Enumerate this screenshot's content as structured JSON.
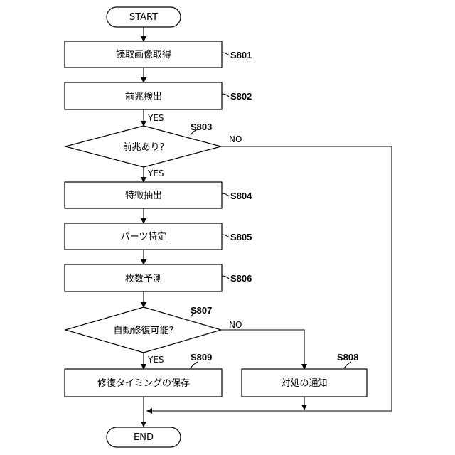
{
  "terminals": {
    "start": "START",
    "end": "END"
  },
  "steps": {
    "s801": {
      "id": "S801",
      "text": "読取画像取得"
    },
    "s802": {
      "id": "S802",
      "text": "前兆検出"
    },
    "s803": {
      "id": "S803",
      "text": "前兆あり?"
    },
    "s804": {
      "id": "S804",
      "text": "特徴抽出"
    },
    "s805": {
      "id": "S805",
      "text": "パーツ特定"
    },
    "s806": {
      "id": "S806",
      "text": "枚数予測"
    },
    "s807": {
      "id": "S807",
      "text": "自動修復可能?"
    },
    "s808": {
      "id": "S808",
      "text": "対処の通知"
    },
    "s809": {
      "id": "S809",
      "text": "修復タイミングの保存"
    }
  },
  "branch_labels": {
    "yes": "YES",
    "no": "NO"
  }
}
